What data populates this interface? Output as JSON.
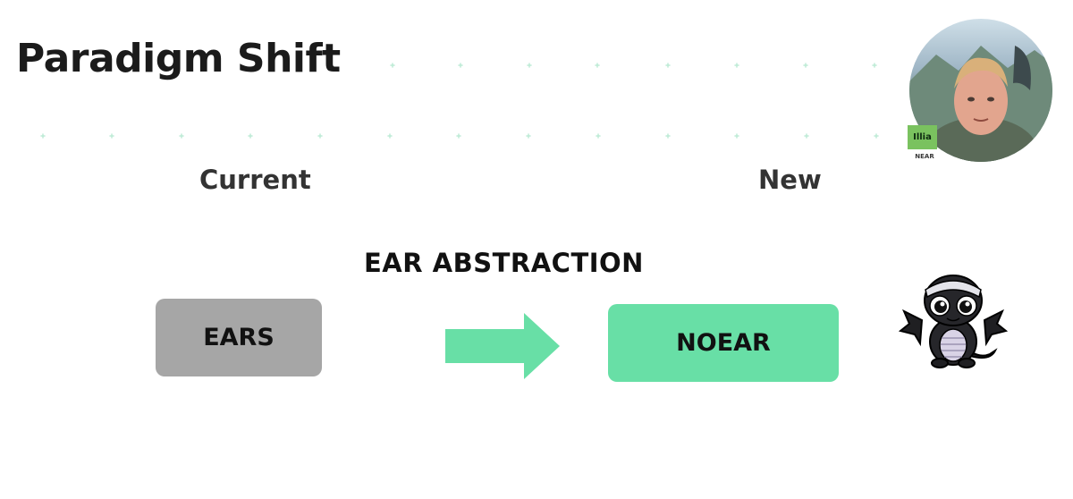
{
  "slide": {
    "title": "Paradigm Shift",
    "column_current": "Current",
    "column_new": "New",
    "caption": "EAR ABSTRACTION",
    "box_current": "EARS",
    "box_new": "NOEAR"
  },
  "video_overlay": {
    "participant_name": "Illia",
    "participant_org": "NEAR"
  },
  "colors": {
    "accent": "#68dfa6",
    "old_box": "#a6a6a6",
    "dot": "#bdebd6",
    "name_tag": "#7ac25f"
  },
  "icons": [
    "arrow-right-icon",
    "dragon-mascot-icon"
  ]
}
